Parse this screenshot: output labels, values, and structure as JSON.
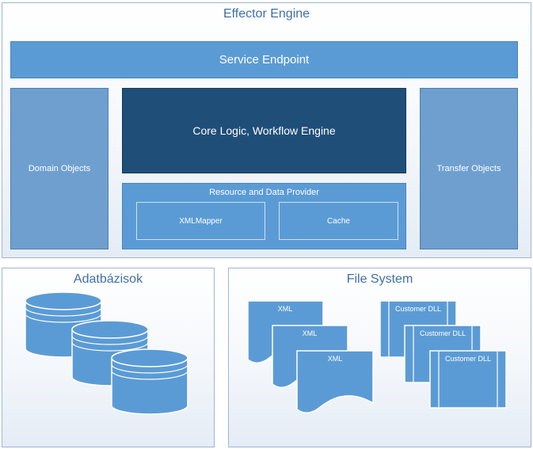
{
  "effector": {
    "title": "Effector Engine",
    "service_endpoint": "Service Endpoint",
    "domain_objects": "Domain Objects",
    "core_logic": "Core Logic, Workflow Engine",
    "resource_provider": {
      "title": "Resource and Data Provider",
      "xmlmapper": "XMLMapper",
      "cache": "Cache"
    },
    "transfer_objects": "Transfer Objects"
  },
  "databases": {
    "title": "Adatbázisok"
  },
  "file_system": {
    "title": "File System",
    "xml_docs": [
      "XML",
      "XML",
      "XML"
    ],
    "dll_docs": [
      "Customer DLL",
      "Customer DLL",
      "Customer DLL"
    ]
  },
  "colors": {
    "title_text": "#3e6fa8",
    "light_blue": "#5b9bd5",
    "dark_blue": "#1f4e79",
    "panel_border": "#9fb6d1"
  }
}
